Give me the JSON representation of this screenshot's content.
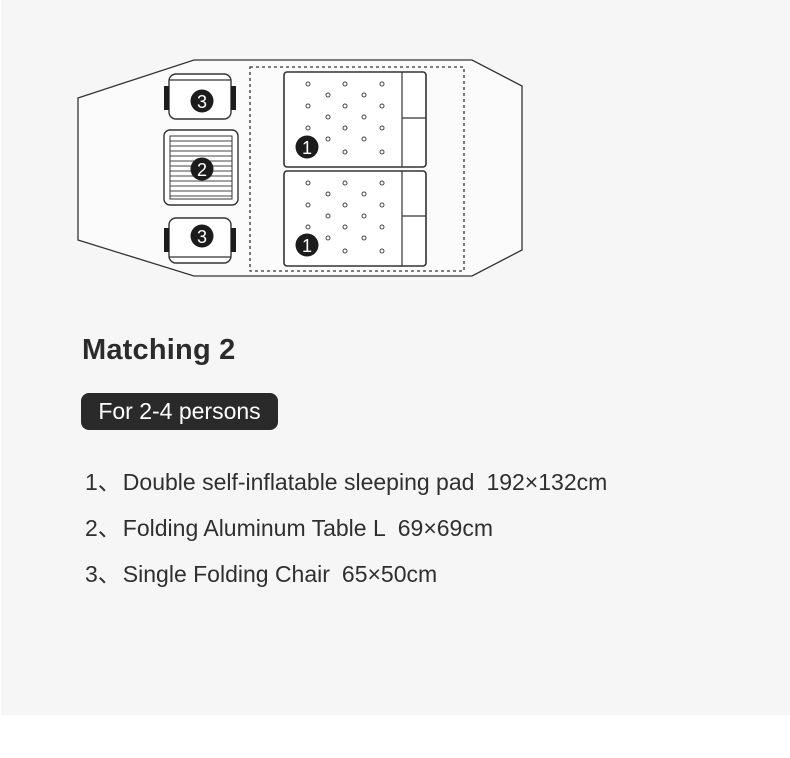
{
  "title": "Matching 2",
  "badge": "For 2-4 persons",
  "items": [
    {
      "number": "1、",
      "name": "Double self-inflatable sleeping pad",
      "size": "192×132cm"
    },
    {
      "number": "2、",
      "name": "Folding Aluminum Table L",
      "size": "69×69cm"
    },
    {
      "number": "3、",
      "name": "Single Folding Chair",
      "size": "65×50cm"
    }
  ],
  "diagram_labels": {
    "pad": "1",
    "table": "2",
    "chair": "3"
  },
  "colors": {
    "panel": "#f6f6f6",
    "badge": "#2a2a2a",
    "outline": "#333333"
  }
}
